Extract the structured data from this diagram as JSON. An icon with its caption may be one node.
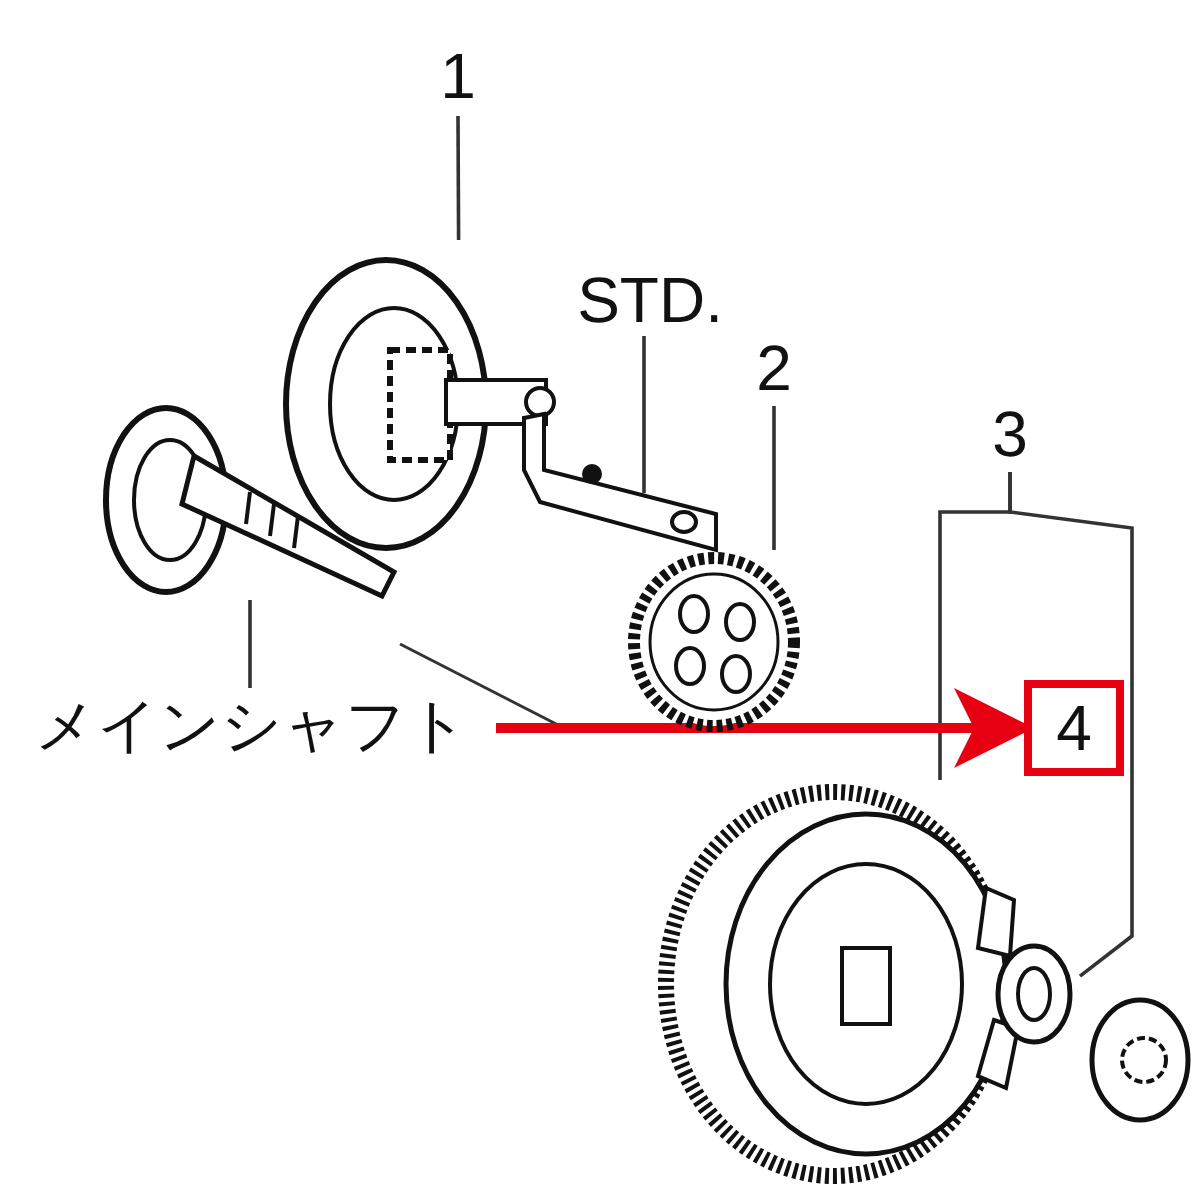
{
  "diagram": {
    "nodes": [
      {
        "text": [
          "1"
        ]
      },
      {
        "text": [],
        "shape": "picture"
      },
      {
        "text": [
          "STD."
        ]
      },
      {
        "text": [],
        "shape": "picture"
      },
      {
        "text": [
          "2"
        ]
      },
      {
        "text": [],
        "shape": "picture"
      },
      {
        "text": [
          "3"
        ]
      },
      {
        "text": [],
        "shape": "picture"
      },
      {
        "text": [],
        "shape": "picture"
      },
      {
        "text": [
          "メインシャフト"
        ]
      },
      {
        "text": [],
        "shape": "picture"
      },
      {
        "text": [
          "4"
        ]
      }
    ],
    "edges": [
      {
        "from": 0,
        "to": 1,
        "arrow": "none"
      },
      {
        "from": 2,
        "to": 3,
        "arrow": "none"
      },
      {
        "from": 4,
        "to": 5,
        "arrow": "none"
      },
      {
        "from": 6,
        "to": 7,
        "arrow": "none"
      },
      {
        "from": 6,
        "to": 8,
        "arrow": "none"
      },
      {
        "from": 9,
        "to": 10,
        "arrow": "none"
      },
      {
        "from": 9,
        "to": 11,
        "arrow": "to",
        "style": "thick",
        "color": "#e60012"
      }
    ]
  }
}
